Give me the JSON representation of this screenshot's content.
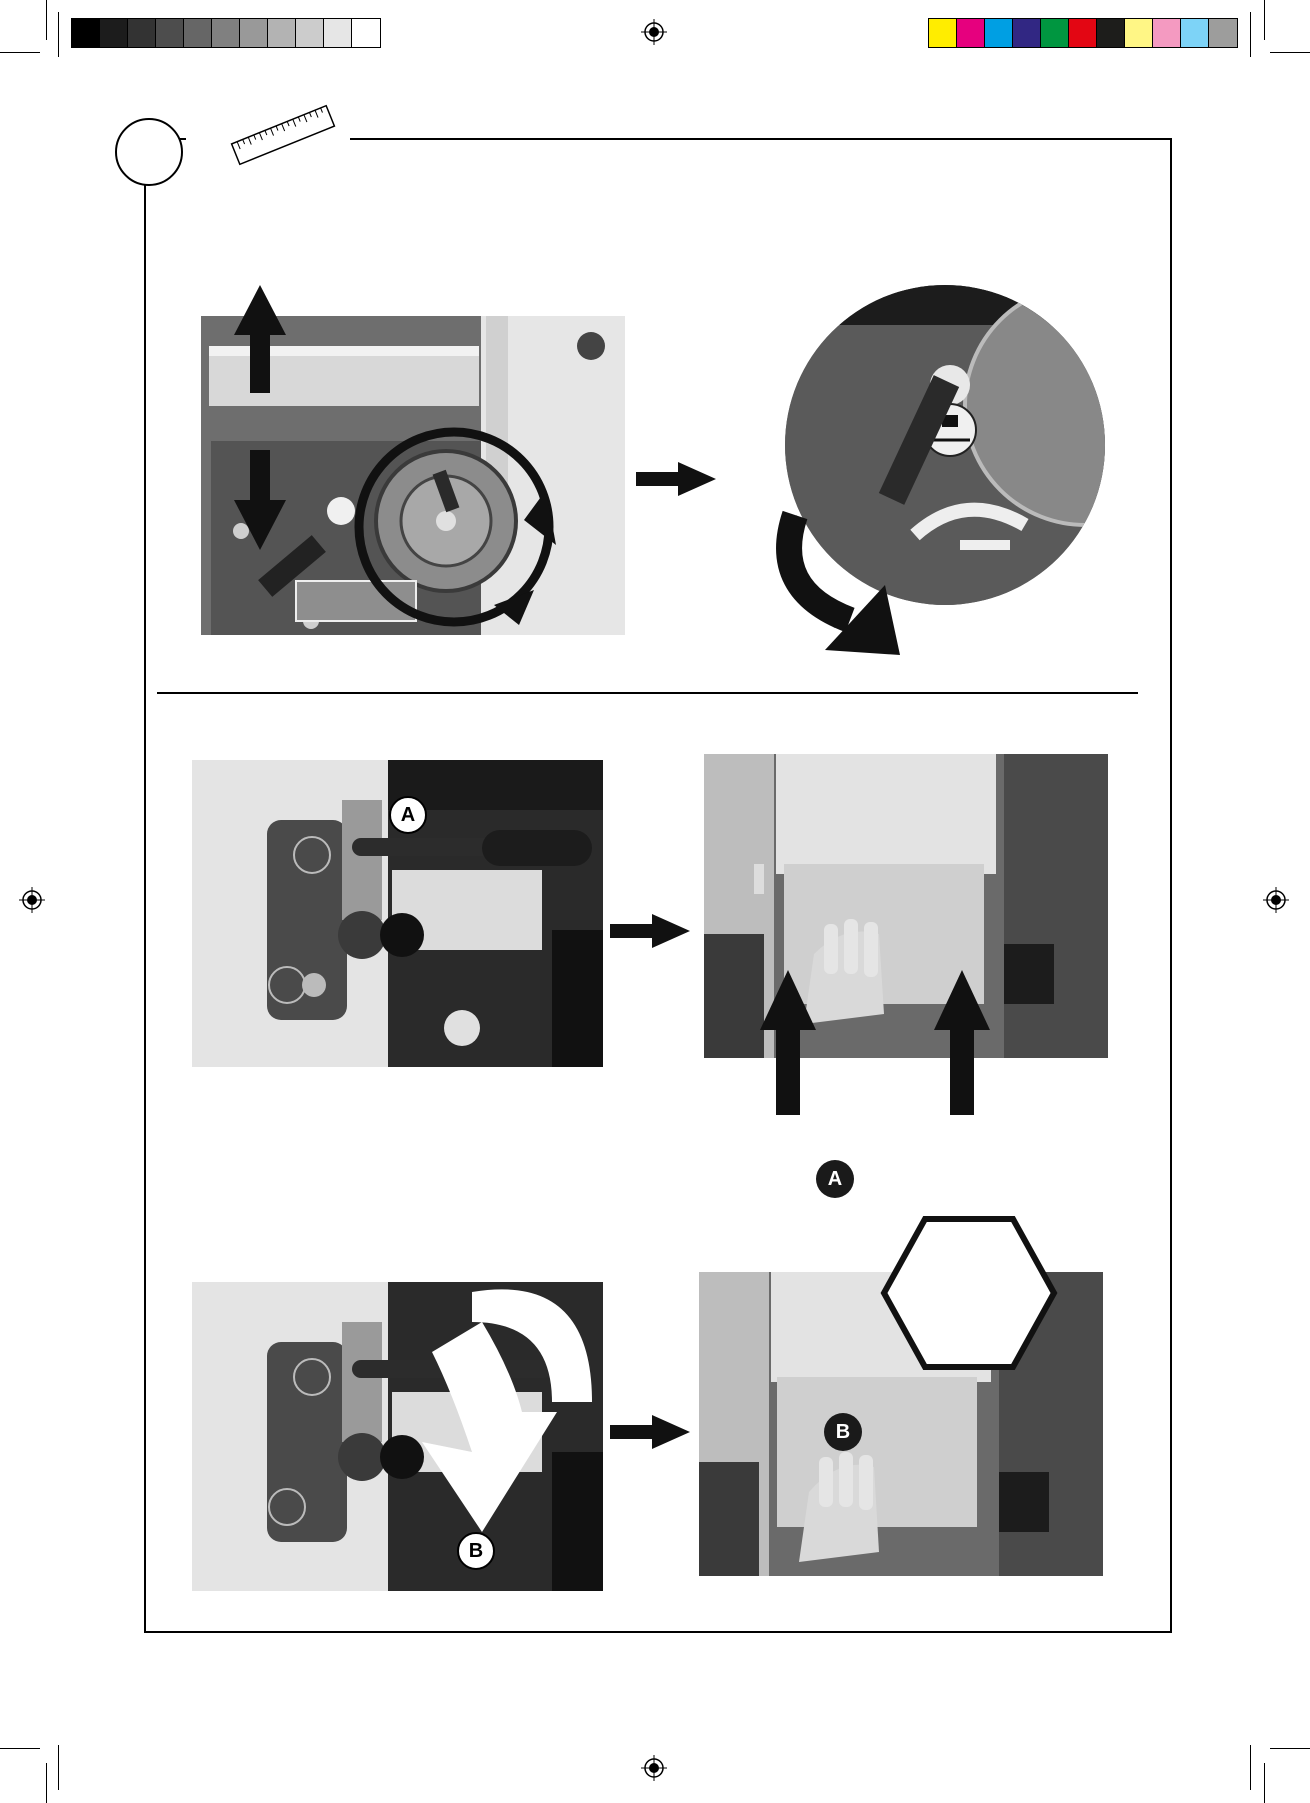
{
  "colors": {
    "grey_scale": [
      "#000000",
      "#1c1c1c",
      "#333333",
      "#4d4d4d",
      "#666666",
      "#808080",
      "#999999",
      "#b3b3b3",
      "#cccccc",
      "#e6e6e6",
      "#ffffff"
    ],
    "color_bar": [
      "#ffed00",
      "#e6007e",
      "#009fe3",
      "#312783",
      "#009640",
      "#e30613",
      "#1d1d1b",
      "#fff685",
      "#f49ac1",
      "#7dd3f7",
      "#9d9d9c"
    ],
    "frame": "#000000"
  },
  "labels": {
    "a": "A",
    "b": "B"
  },
  "icons": {
    "ruler": "ruler-icon",
    "registration": "registration-mark-icon",
    "arrow": "right-arrow-icon",
    "hexagon": "hexagon-outline"
  }
}
